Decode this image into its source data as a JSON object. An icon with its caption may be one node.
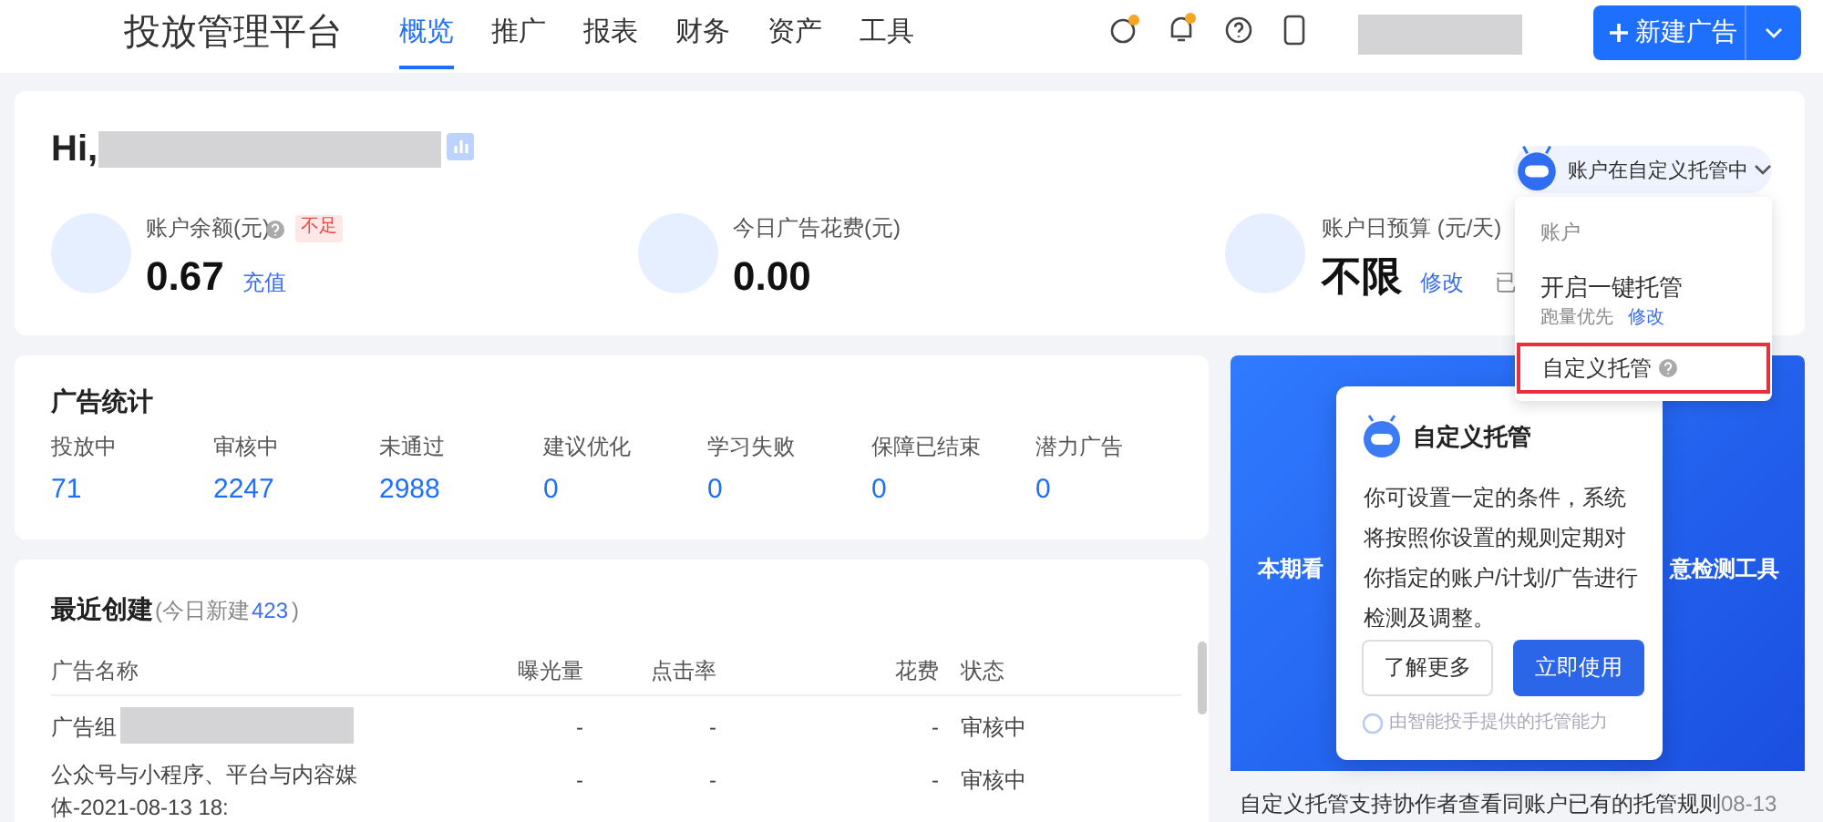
{
  "diagram": {
    "nodes": [
      {
        "text": [
          "自定义托管"
        ]
      },
      {
        "text": [],
        "shape": "box"
      },
      {
        "text": [],
        "shape": "box"
      },
      {
        "text": [],
        "shape": "box"
      },
      {
        "text": [
          "自定义托管",
          "你可设置一定的条件，系统将按照你设置的规则定期对你指定的账户/计划/广告进行检测及调整。",
          "了解更多",
          "立即使用",
          "由智能投手提供的托管能力"
        ]
      }
    ],
    "labels": [
      "投放管理平台",
      "概览",
      "推广",
      "报表",
      "财务",
      "资产",
      "工具",
      "新建广告",
      "Hi,",
      "账户余额(元)",
      "不足",
      "0.67",
      "充值",
      "今日广告花费(元)",
      "0.00",
      "账户日预算 (元/天)",
      "不限",
      "修改",
      "已",
      "账户在自定义托管中",
      "账户",
      "开启一键托管",
      "跑量优先",
      "修改",
      "广告统计",
      "投放中",
      "71",
      "审核中",
      "2247",
      "未通过",
      "2988",
      "建议优化",
      "0",
      "学习失败",
      "0",
      "保障已结束",
      "0",
      "潜力广告",
      "0",
      "最近创建",
      "(今日新建",
      "423",
      ")",
      "广告名称",
      "曝光量",
      "点击率",
      "花费",
      "状态",
      "广告组",
      "-",
      "-",
      "-",
      "审核中",
      "公众号与小程序、平台与内容媒体-2021-08-13 18:",
      "-",
      "-",
      "-",
      "审核中",
      "本期看",
      "意检测工具",
      "自定义托管支持协作者查看同账户已有的托管规则",
      "08-13"
    ]
  }
}
